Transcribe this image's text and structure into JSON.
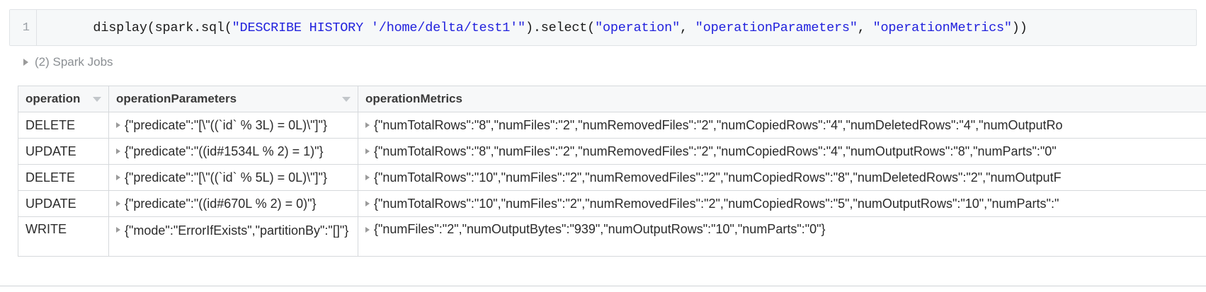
{
  "notebook": {
    "cell": {
      "line_number": "1",
      "code_segments": [
        {
          "text": "display(spark.sql(",
          "type": "plain"
        },
        {
          "text": "\"DESCRIBE HISTORY '/home/delta/test1'\"",
          "type": "string"
        },
        {
          "text": ").select(",
          "type": "plain"
        },
        {
          "text": "\"operation\"",
          "type": "string"
        },
        {
          "text": ", ",
          "type": "plain"
        },
        {
          "text": "\"operationParameters\"",
          "type": "string"
        },
        {
          "text": ", ",
          "type": "plain"
        },
        {
          "text": "\"operationMetrics\"",
          "type": "string"
        },
        {
          "text": "))",
          "type": "plain"
        }
      ],
      "code_full": "display(spark.sql(\"DESCRIBE HISTORY '/home/delta/test1'\").select(\"operation\", \"operationParameters\", \"operationMetrics\"))"
    },
    "spark_jobs": {
      "label": "(2) Spark Jobs",
      "expanded": false,
      "job_count": 2
    }
  },
  "results": {
    "columns": [
      {
        "label": "operation",
        "has_filter_caret": true
      },
      {
        "label": "operationParameters",
        "has_filter_caret": true
      },
      {
        "label": "operationMetrics",
        "has_filter_caret": false
      }
    ],
    "rows": [
      {
        "operation": "DELETE",
        "operationParameters": "{\"predicate\":\"[\\\"((`id` % 3L) = 0L)\\\"]\"}",
        "operationMetrics": "{\"numTotalRows\":\"8\",\"numFiles\":\"2\",\"numRemovedFiles\":\"2\",\"numCopiedRows\":\"4\",\"numDeletedRows\":\"4\",\"numOutputRo"
      },
      {
        "operation": "UPDATE",
        "operationParameters": "{\"predicate\":\"((id#1534L % 2) = 1)\"}",
        "operationMetrics": "{\"numTotalRows\":\"8\",\"numFiles\":\"2\",\"numRemovedFiles\":\"2\",\"numCopiedRows\":\"4\",\"numOutputRows\":\"8\",\"numParts\":\"0\""
      },
      {
        "operation": "DELETE",
        "operationParameters": "{\"predicate\":\"[\\\"((`id` % 5L) = 0L)\\\"]\"}",
        "operationMetrics": "{\"numTotalRows\":\"10\",\"numFiles\":\"2\",\"numRemovedFiles\":\"2\",\"numCopiedRows\":\"8\",\"numDeletedRows\":\"2\",\"numOutputF"
      },
      {
        "operation": "UPDATE",
        "operationParameters": "{\"predicate\":\"((id#670L % 2) = 0)\"}",
        "operationMetrics": "{\"numTotalRows\":\"10\",\"numFiles\":\"2\",\"numRemovedFiles\":\"2\",\"numCopiedRows\":\"5\",\"numOutputRows\":\"10\",\"numParts\":\""
      },
      {
        "operation": "WRITE",
        "operationParameters": "{\"mode\":\"ErrorIfExists\",\"partitionBy\":\"[]\"}",
        "operationMetrics": "{\"numFiles\":\"2\",\"numOutputBytes\":\"939\",\"numOutputRows\":\"10\",\"numParts\":\"0\"}"
      }
    ]
  },
  "theme": {
    "code_string_color": "#2222dd",
    "code_text_color": "#1b1b1b",
    "cell_background": "#f6f8f9",
    "table_border": "#d6d9dc",
    "header_background": "#f7f8f9",
    "muted_text": "#8b8f93"
  }
}
